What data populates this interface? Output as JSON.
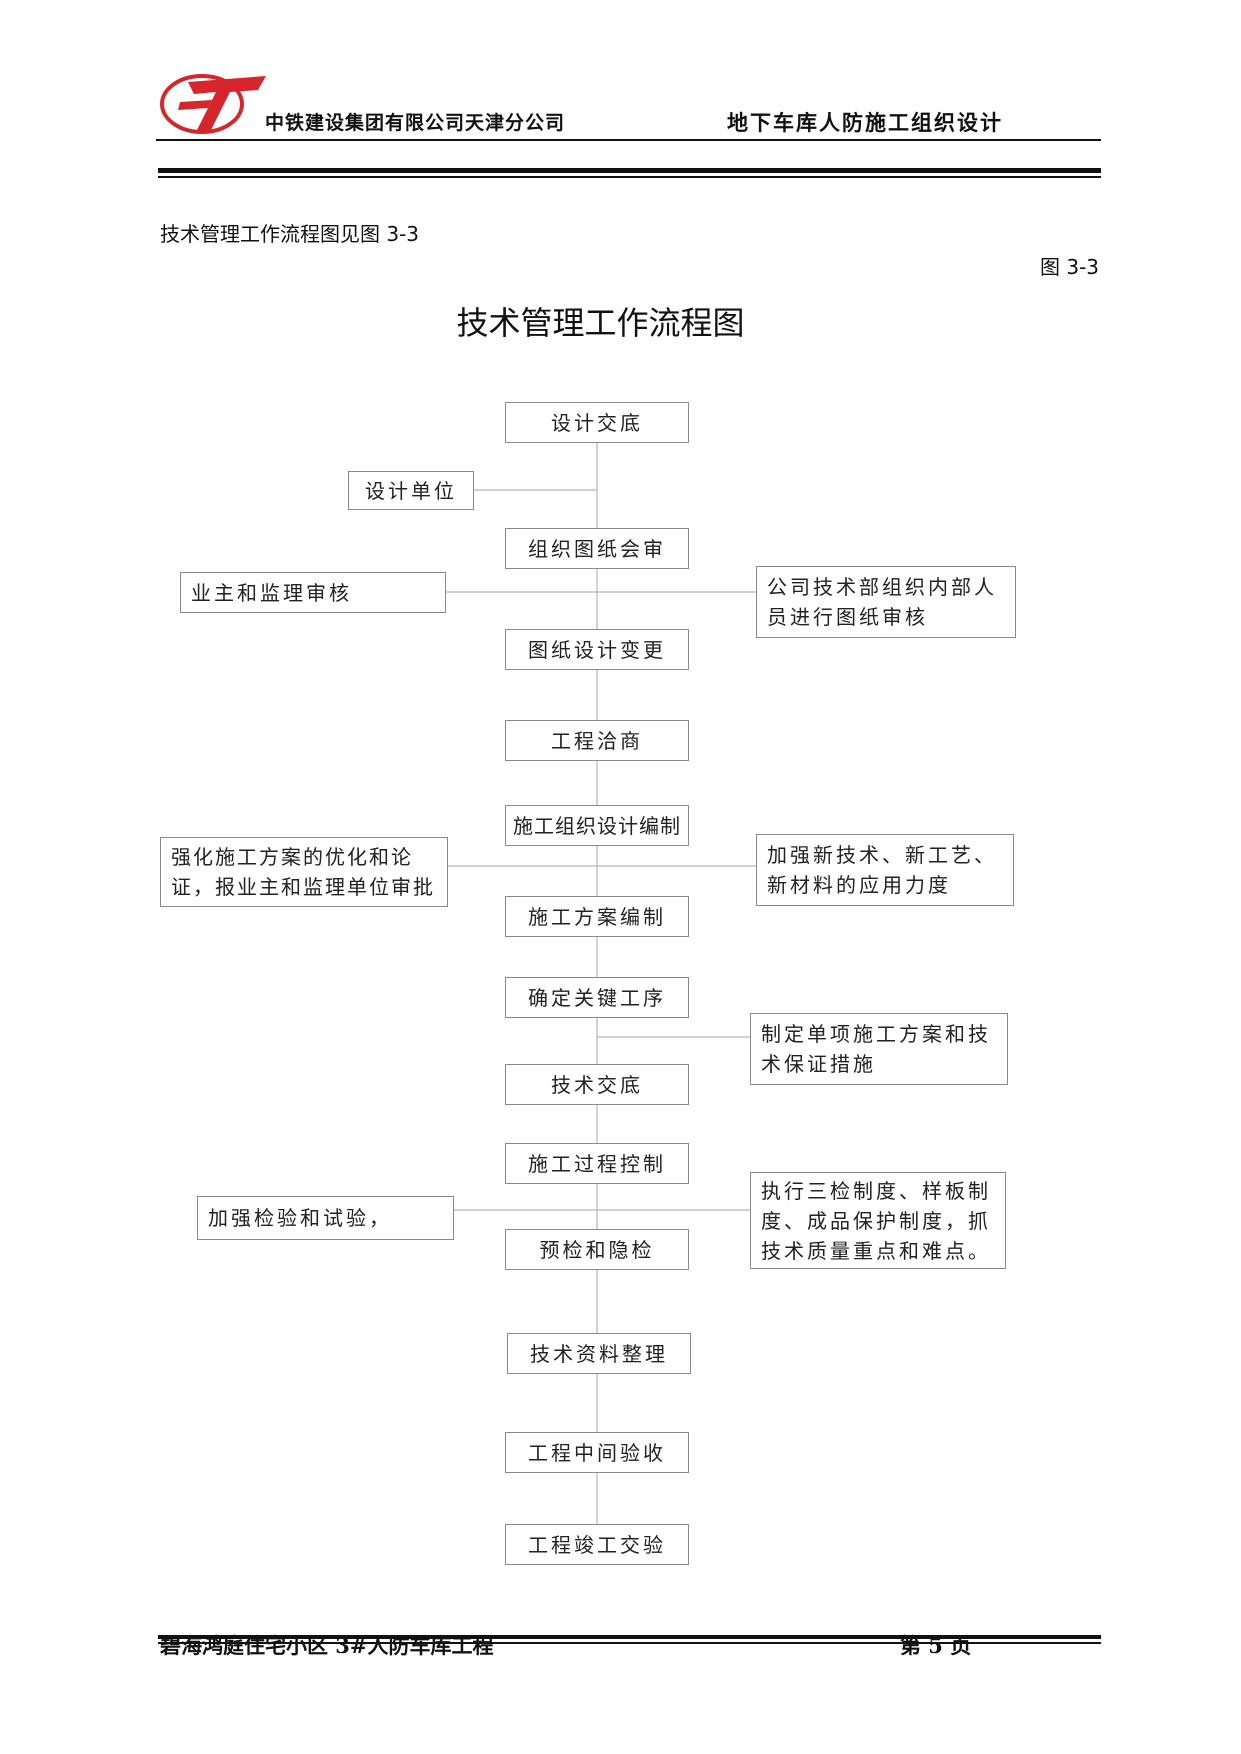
{
  "header": {
    "company": "中铁建设集团有限公司天津分公司",
    "doc_title": "地下车库人防施工组织设计"
  },
  "intro_text": "技术管理工作流程图见图 3-3",
  "figure_label": "图 3-3",
  "chart_title": "技术管理工作流程图",
  "flow": {
    "main_steps": [
      "设计交底",
      "组织图纸会审",
      "图纸设计变更",
      "工程洽商",
      "施工组织设计编制",
      "施工方案编制",
      "确定关键工序",
      "技术交底",
      "施工过程控制",
      "预检和隐检",
      "技术资料整理",
      "工程中间验收",
      "工程竣工交验"
    ],
    "side_notes": {
      "design_unit": "设计单位",
      "owner_review": "业主和监理审核",
      "company_review": "公司技术部组织内部人员进行图纸审核",
      "optimize_plan": "强化施工方案的优化和论证，报业主和监理单位审批",
      "new_tech": "加强新技术、新工艺、新材料的应用力度",
      "special_plan": "制定单项施工方案和技术保证措施",
      "inspection": "加强检验和试验，",
      "three_checks": "执行三检制度、样板制度、成品保护制度，抓技术质量重点和难点。"
    }
  },
  "footer": {
    "project": "碧海鸿庭住宅小区 3#人防车库工程",
    "page": "第 5 页"
  },
  "colors": {
    "logo_red": "#d7262b",
    "line": "#b5b5b5",
    "box_border": "#8a8a8a"
  }
}
